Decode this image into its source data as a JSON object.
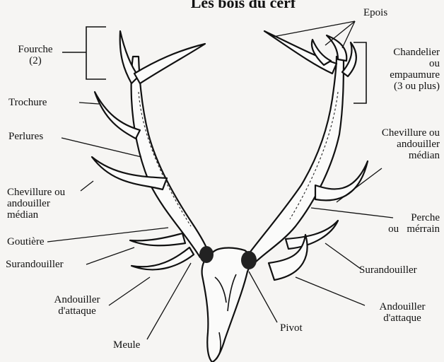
{
  "title": "Les bois du cerf",
  "labels": {
    "fourche": "Fourche",
    "fourche_count": "(2)",
    "trochure": "Trochure",
    "perlures": "Perlures",
    "chevillure_left_1": "Chevillure ou",
    "chevillure_left_2": "andouiller",
    "chevillure_left_3": "médian",
    "goutiere": "Goutière",
    "surandouiller_left": "Surandouiller",
    "andouiller_attaque_left_1": "Andouiller",
    "andouiller_attaque_left_2": "d'attaque",
    "meule": "Meule",
    "epois": "Epois",
    "chandelier_1": "Chandelier",
    "chandelier_2": "ou",
    "chandelier_3": "empaumure",
    "chandelier_4": "(3 ou plus)",
    "chevillure_right_1": "Chevillure ou",
    "chevillure_right_2": "andouiller",
    "chevillure_right_3": "médian",
    "perche_1": "Perche",
    "perche_2": "ou   mérrain",
    "surandouiller_right": "Surandouiller",
    "andouiller_attaque_right_1": "Andouiller",
    "andouiller_attaque_right_2": "d'attaque",
    "pivot": "Pivot"
  }
}
